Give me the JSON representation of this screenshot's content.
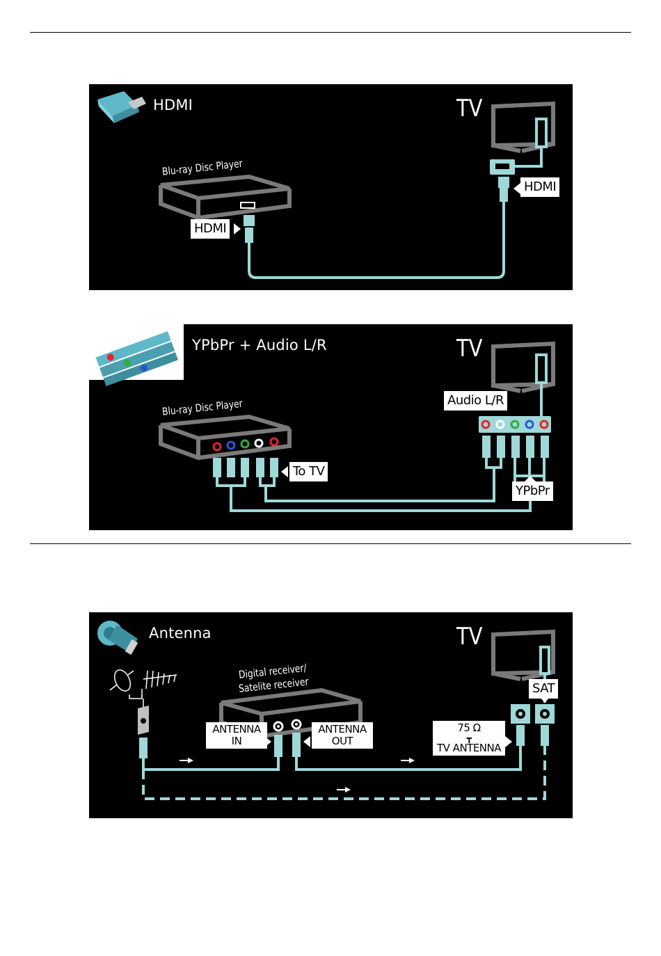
{
  "panels": {
    "hdmi": {
      "title": "HDMI",
      "tv_label": "TV",
      "device_label": "Blu-ray Disc Player",
      "device_port_tag": "HDMI",
      "tv_port_tag": "HDMI"
    },
    "ypbpr": {
      "title": "YPbPr + Audio L/R",
      "tv_label": "TV",
      "device_label": "Blu-ray Disc Player",
      "to_tv_tag": "To TV",
      "audio_tag": "Audio L/R",
      "ypbpr_tag": "YPbPr"
    },
    "antenna": {
      "title": "Antenna",
      "tv_label": "TV",
      "receiver_label_line1": "Digital receiver/",
      "receiver_label_line2": "Satelite receiver",
      "antenna_in_line1": "ANTENNA",
      "antenna_in_line2": "IN",
      "antenna_out_line1": "ANTENNA",
      "antenna_out_line2": "OUT",
      "ohm_label": "75 Ω",
      "tv_antenna_label": "TV ANTENNA",
      "sat_tag": "SAT"
    }
  },
  "colors": {
    "cable": "#9fd8d8",
    "outline": "#7a7a7a",
    "rca_red": "#e3262a",
    "rca_blue": "#2a56d6",
    "rca_green": "#2fae3b",
    "rca_white": "#ffffff"
  }
}
